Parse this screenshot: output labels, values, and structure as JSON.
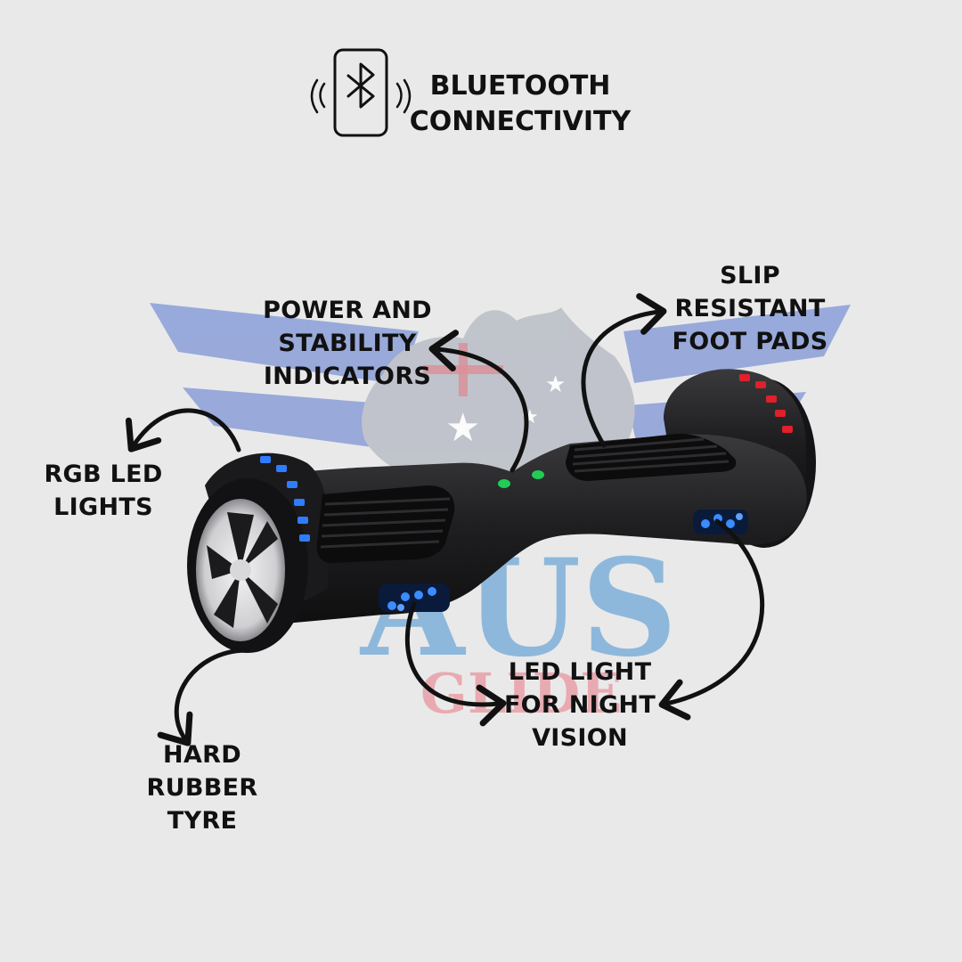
{
  "header": {
    "icon": "bluetooth-phone-icon",
    "title_line1": "BLUETOOTH",
    "title_line2": "CONNECTIVITY"
  },
  "watermark": {
    "brand": "AUS",
    "sub": "GLIDE"
  },
  "features": {
    "power": {
      "line1": "POWER AND",
      "line2": "STABILITY",
      "line3": "INDICATORS"
    },
    "slip": {
      "line1": "SLIP",
      "line2": "RESISTANT",
      "line3": "FOOT PADS"
    },
    "rgb": {
      "line1": "RGB LED",
      "line2": "LIGHTS"
    },
    "led_night": {
      "line1": "LED LIGHT",
      "line2": "FOR NIGHT",
      "line3": "VISION"
    },
    "tyre": {
      "line1": "HARD",
      "line2": "RUBBER",
      "line3": "TYRE"
    }
  },
  "colors": {
    "background": "#e9e9e9",
    "text": "#111111",
    "board": "#1c1c1e",
    "led_blue": "#2f7cff",
    "led_red": "#e0202a",
    "indicator_green": "#22cc55",
    "wing_blue": "#8a9fd8",
    "watermark_blue": "#7fb0d9",
    "watermark_red": "#e8a0a8"
  }
}
